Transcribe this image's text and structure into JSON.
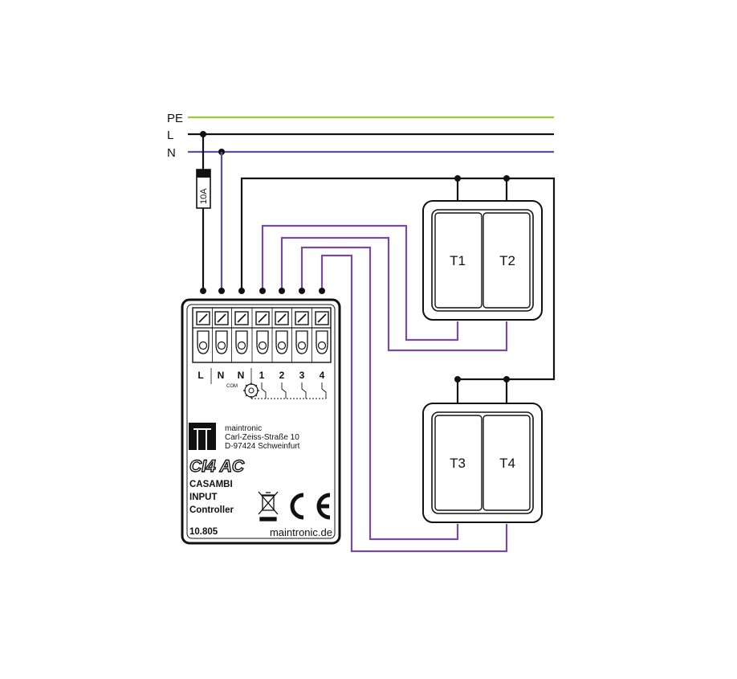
{
  "rails": {
    "pe": {
      "label": "PE",
      "color": "#9acd32"
    },
    "l": {
      "label": "L",
      "color": "#111111"
    },
    "n": {
      "label": "N",
      "color": "#5a4fa8"
    }
  },
  "wire_colors": {
    "switch": "#7b4aa0",
    "return": "#111111"
  },
  "fuse": {
    "label": "10A"
  },
  "controller": {
    "terminals": [
      "L",
      "N",
      "N",
      "1",
      "2",
      "3",
      "4"
    ],
    "com_label": "COM",
    "manufacturer": {
      "name": "maintronic",
      "street": "Carl-Zeiss-Straße 10",
      "city": "D-97424 Schweinfurt"
    },
    "model": "CI4 AC",
    "description": [
      "CASAMBI",
      "INPUT",
      "Controller"
    ],
    "part_number": "10.805",
    "website": "maintronic.de"
  },
  "switches": [
    {
      "left_label": "T1",
      "right_label": "T2"
    },
    {
      "left_label": "T3",
      "right_label": "T4"
    }
  ]
}
